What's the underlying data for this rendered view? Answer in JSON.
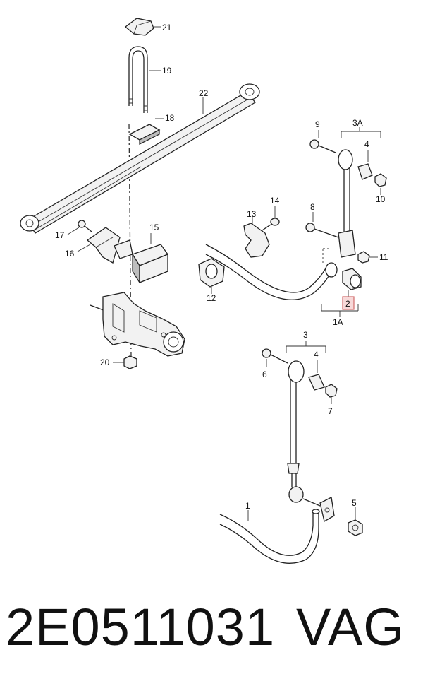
{
  "callouts": {
    "c1": "1",
    "c1A": "1A",
    "c2": "2",
    "c3": "3",
    "c3A": "3A",
    "c4a": "4",
    "c4b": "4",
    "c5": "5",
    "c6": "6",
    "c7": "7",
    "c8": "8",
    "c9": "9",
    "c10": "10",
    "c11": "11",
    "c12": "12",
    "c13": "13",
    "c14": "14",
    "c15": "15",
    "c16": "16",
    "c17": "17",
    "c18": "18",
    "c19": "19",
    "c20": "20",
    "c21": "21",
    "c22": "22"
  },
  "caption": {
    "part_number": "2E0511031",
    "brand": "VAG"
  },
  "colors": {
    "highlight_fill": "#f7d9d9",
    "highlight_stroke": "#d06a6a",
    "line": "#222222"
  }
}
